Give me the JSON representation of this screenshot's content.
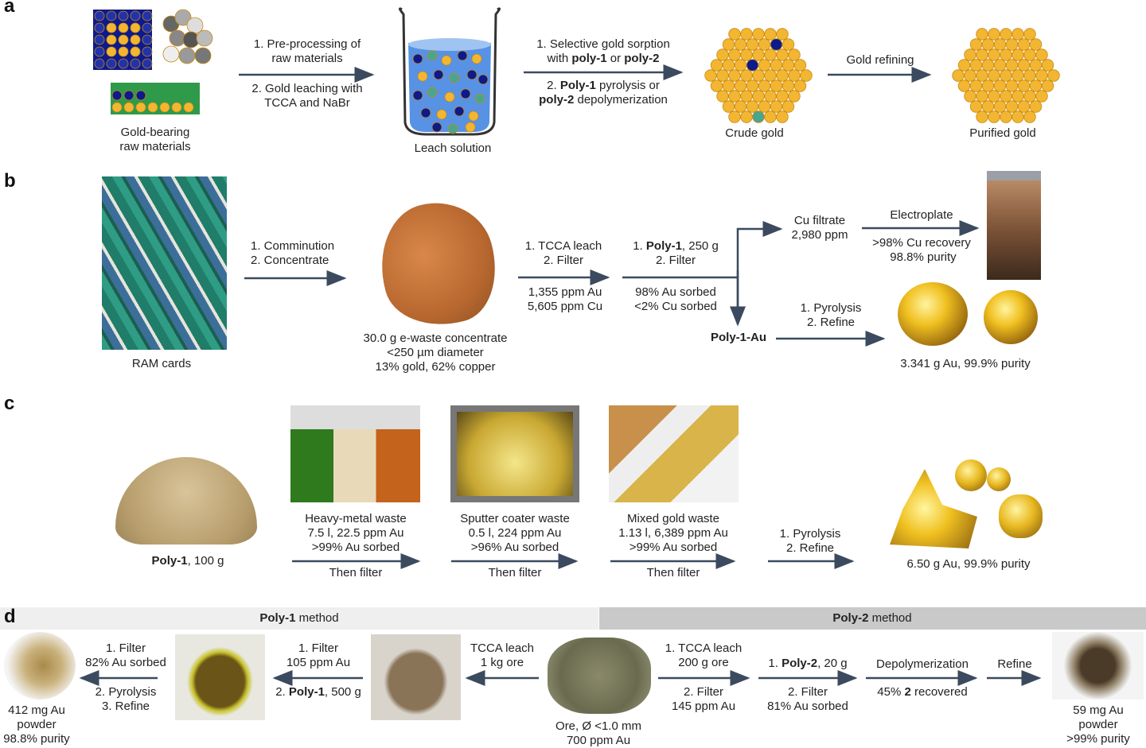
{
  "panels": {
    "a": "a",
    "b": "b",
    "c": "c",
    "d": "d"
  },
  "a": {
    "raw_1": "Gold-bearing",
    "raw_2": "raw materials",
    "step1_1": "1. Pre-processing of",
    "step1_2": "raw materials",
    "step2_1": "2. Gold leaching with",
    "step2_2": "TCCA and NaBr",
    "leach": "Leach solution",
    "sorp_1": "1. Selective gold sorption",
    "sorp_2a": "with ",
    "sorp_2b": "poly-1",
    "sorp_2c": " or ",
    "sorp_2d": "poly-2",
    "pyro_1a": "2. ",
    "pyro_1b": "Poly-1",
    "pyro_1c": " pyrolysis or",
    "pyro_2a": "poly-2",
    "pyro_2b": " depolymerization",
    "crude": "Crude gold",
    "refining": "Gold refining",
    "purified": "Purified gold"
  },
  "b": {
    "ram": "RAM cards",
    "comm_1": "1. Comminution",
    "comm_2": "2. Concentrate",
    "conc_1": "30.0 g e-waste concentrate",
    "conc_2": "<250 µm diameter",
    "conc_3": "13% gold, 62% copper",
    "tcca_1": "1. TCCA leach",
    "tcca_2": "2. Filter",
    "tcca_3": "1,355 ppm Au",
    "tcca_4": "5,605 ppm Cu",
    "poly_1a": "1. ",
    "poly_1b": "Poly-1",
    "poly_1c": ", 250 g",
    "poly_2": "2. Filter",
    "poly_3": "98% Au sorbed",
    "poly_4": "<2% Cu sorbed",
    "cu_1": "Cu filtrate",
    "cu_2": "2,980 ppm",
    "electro": "Electroplate",
    "electro_2": ">98% Cu recovery",
    "electro_3": "98.8% purity",
    "polyau": "Poly-1-Au",
    "pyro_1": "1. Pyrolysis",
    "pyro_2": "2. Refine",
    "result": "3.341 g Au, 99.9% purity"
  },
  "c": {
    "poly_a": "Poly-1",
    "poly_b": ", 100 g",
    "waste": [
      {
        "l1": "Heavy-metal waste",
        "l2": "7.5 l, 22.5 ppm Au",
        "l3": ">99% Au sorbed",
        "f": "Then filter"
      },
      {
        "l1": "Sputter coater waste",
        "l2": "0.5 l, 224 ppm Au",
        "l3": ">96% Au sorbed",
        "f": "Then filter"
      },
      {
        "l1": "Mixed gold waste",
        "l2": "1.13 l, 6,389 ppm Au",
        "l3": ">99% Au sorbed",
        "f": "Then filter"
      }
    ],
    "pyro_1": "1. Pyrolysis",
    "pyro_2": "2. Refine",
    "result": "6.50 g Au, 99.9% purity"
  },
  "d": {
    "m1a": "Poly-1",
    "m1b": " method",
    "m2a": "Poly-2",
    "m2b": " method",
    "left_res_1": "412 mg Au",
    "left_res_2": "powder",
    "left_res_3": "98.8% purity",
    "s1_1": "1. Filter",
    "s1_2": "82% Au sorbed",
    "s1_3": "2. Pyrolysis",
    "s1_4": "3. Refine",
    "s2_1": "1. Filter",
    "s2_2": "105 ppm Au",
    "s2_3a": "2. ",
    "s2_3b": "Poly-1",
    "s2_3c": ", 500 g",
    "s3_1": "TCCA leach",
    "s3_2": "1 kg ore",
    "ore_1": "Ore, Ø <1.0 mm",
    "ore_2": "700 ppm Au",
    "r1_1": "1. TCCA leach",
    "r1_2": "200 g ore",
    "r1_3": "2. Filter",
    "r1_4": "145 ppm Au",
    "r2_1a": "1. ",
    "r2_1b": "Poly-2",
    "r2_1c": ", 20 g",
    "r2_2": "2. Filter",
    "r2_3": "81% Au sorbed",
    "r3_1": "Depolymerization",
    "r3_2a": "45% ",
    "r3_2b": "2",
    "r3_2c": " recovered",
    "r4": "Refine",
    "right_res_1": "59 mg Au",
    "right_res_2": "powder",
    "right_res_3": ">99% purity"
  },
  "colors": {
    "arrow": "#3b4a5e",
    "gold": "#f2b632",
    "navy": "#0d1a8c",
    "teal": "#4aa58f"
  }
}
